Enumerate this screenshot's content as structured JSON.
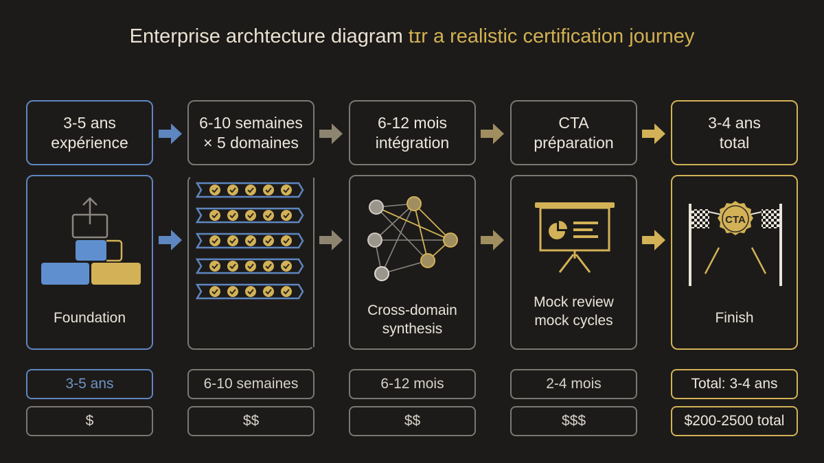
{
  "title": {
    "part1": "Enterprise archtecture diagram ",
    "part2": "tɪr a realistic certification journey"
  },
  "colors": {
    "background": "#1d1b19",
    "blue": "#5e86c0",
    "grey": "#7b7873",
    "gold": "#d3b257",
    "title_white": "#e9e2d2",
    "title_gold": "#d2b152"
  },
  "stages": [
    {
      "header": "3-5 ans\nexpérience",
      "label": "Foundation",
      "duration": "3-5 ans",
      "cost": "$",
      "icon": "building-blocks-icon",
      "style": "blue"
    },
    {
      "header": "6-10 semaines\n× 5 domaines",
      "label": "",
      "duration": "6-10 semaines",
      "cost": "$$",
      "icon": "checklist-rows-icon",
      "style": "grey"
    },
    {
      "header": "6-12 mois\nintégration",
      "label": "Cross-domain\nsynthesis",
      "duration": "6-12 mois",
      "cost": "$$",
      "icon": "network-graph-icon",
      "style": "grey"
    },
    {
      "header": "CTA\npréparation",
      "label": "Mock review\nmock cycles",
      "duration": "2-4 mois",
      "cost": "$$$",
      "icon": "presentation-board-icon",
      "style": "grey"
    },
    {
      "header": "3-4 ans\ntotal",
      "label": "Finish",
      "duration": "Total: 3-4 ans",
      "cost": "$200-2500 total",
      "icon": "finish-line-badge-icon",
      "badge_text": "CTA",
      "style": "gold"
    }
  ]
}
